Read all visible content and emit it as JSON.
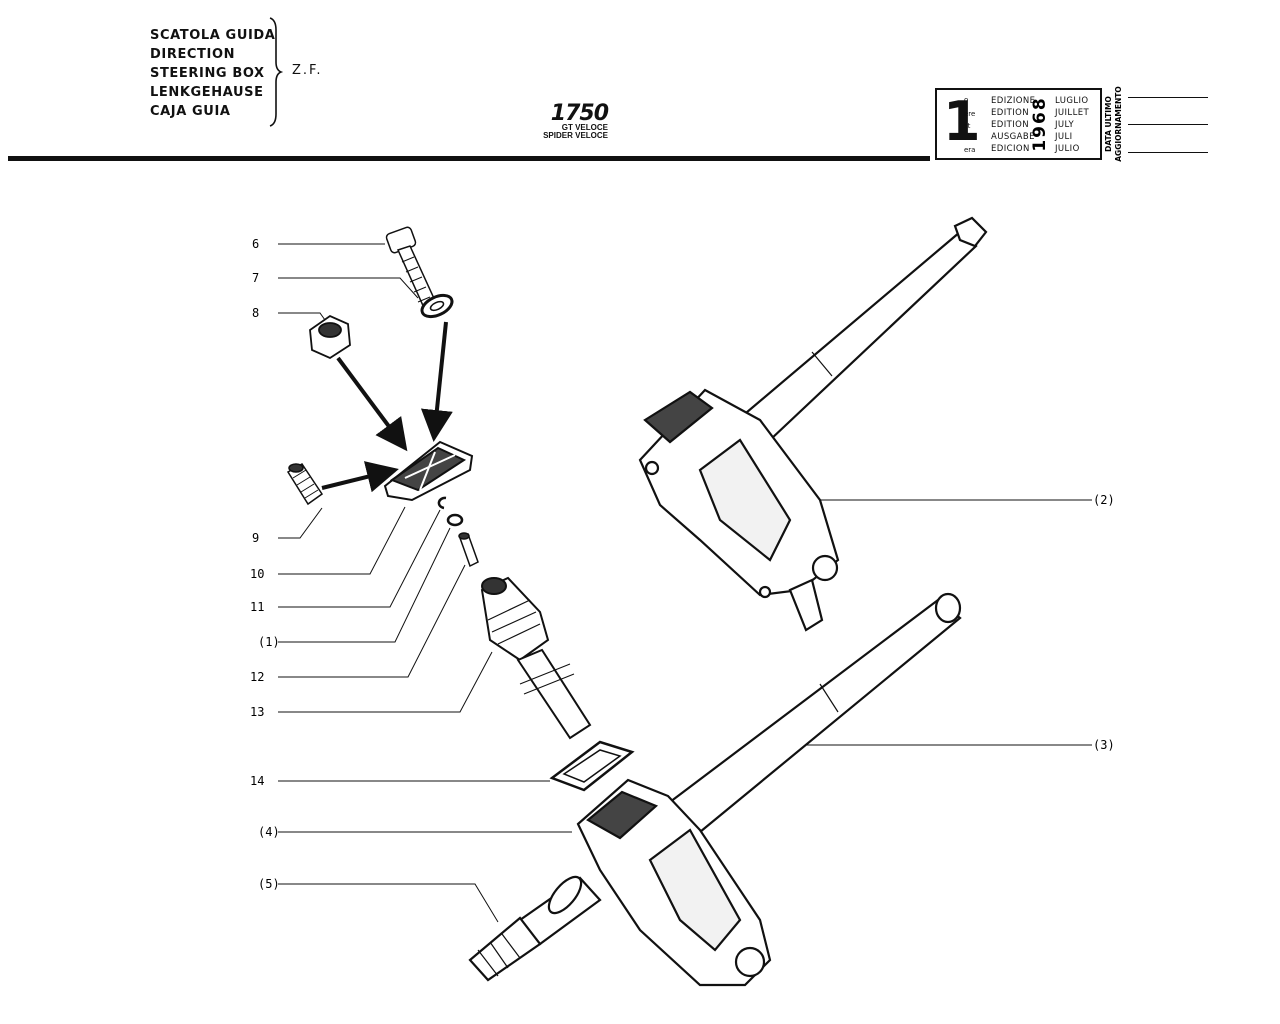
{
  "header": {
    "title_lines": [
      "SCATOLA GUIDA",
      "DIRECTION",
      "STEERING BOX",
      "LENKGEHAUSE",
      "CAJA GUIA"
    ],
    "maker": "Z.F.",
    "model": "1750",
    "variants": [
      "GT VELOCE",
      "SPIDER VELOCE"
    ]
  },
  "edition_box": {
    "ordinal": "1",
    "suffixes": [
      "o",
      "ere",
      "st",
      ".",
      "era"
    ],
    "words": [
      "EDIZIONE",
      "EDITION",
      "EDITION",
      "AUSGABE",
      "EDICION"
    ],
    "year": "1968",
    "months": [
      "LUGLIO",
      "JUILLET",
      "JULY",
      "JULI",
      "JULIO"
    ]
  },
  "update_box": {
    "label_line1": "DATA ULTIMO",
    "label_line2": "AGGIORNAMENTO"
  },
  "callouts": {
    "c6": "6",
    "c7": "7",
    "c8": "8",
    "c9": "9",
    "c10": "10",
    "c11": "11",
    "c1": "(1)",
    "c12": "12",
    "c13": "13",
    "c14": "14",
    "c4": "(4)",
    "c5": "(5)",
    "c2": "(2)",
    "c3": "(3)"
  }
}
